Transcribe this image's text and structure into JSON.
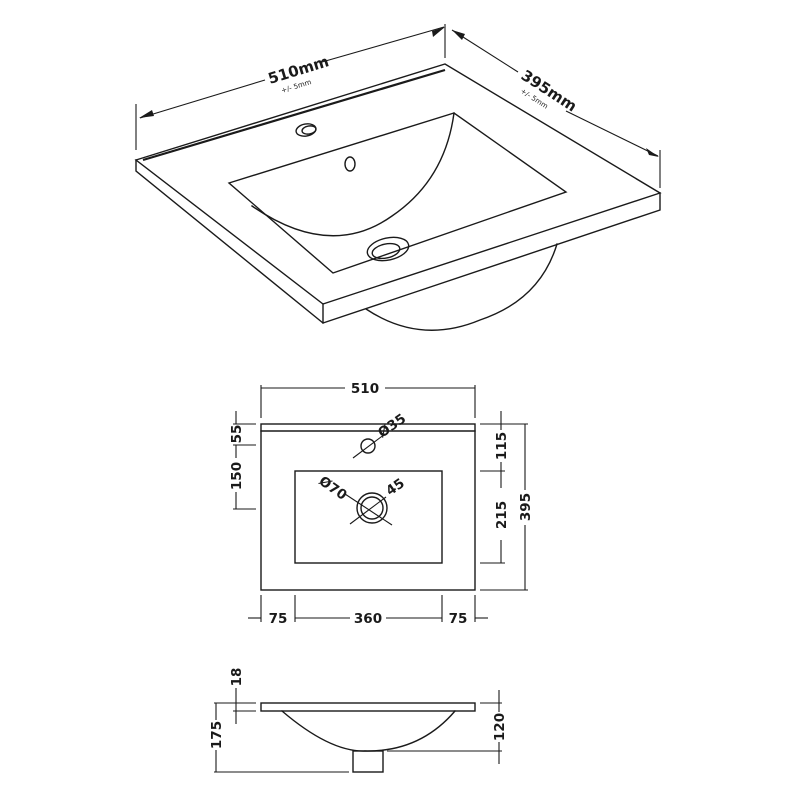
{
  "drawing": {
    "line_color": "#1a1a1a",
    "background": "#ffffff",
    "isometric_view": {
      "width_label": "510mm",
      "width_tolerance": "+/- 5mm",
      "depth_label": "395mm",
      "depth_tolerance": "+/- 5mm"
    },
    "plan_view": {
      "overall_width": "510",
      "tap_hole_diameter": "Ø35",
      "waste_diameter": "Ø70",
      "waste_inner": "45",
      "left_top_dim": "55",
      "left_mid_dim": "150",
      "right_top_dim": "115",
      "right_mid_dim": "215",
      "overall_depth": "395",
      "bottom_left": "75",
      "bottom_mid": "360",
      "bottom_right": "75"
    },
    "side_view": {
      "top_thickness": "18",
      "overall_height": "175",
      "bowl_depth": "120"
    }
  }
}
